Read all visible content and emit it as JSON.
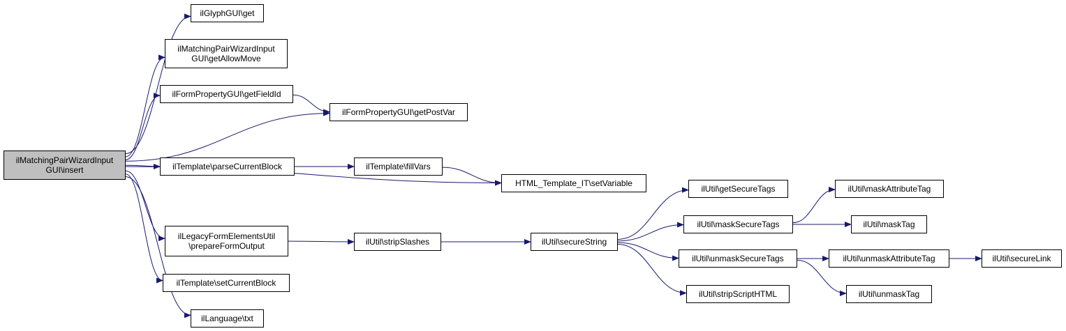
{
  "colors": {
    "edge": "#191970",
    "node_border": "#000000",
    "root_fill": "#bfbfbf",
    "node_fill": "#ffffff"
  },
  "nodes": {
    "root": "ilMatchingPairWizardInput\nGUI\\insert",
    "glyph_get": "ilGlyphGUI\\get",
    "get_allow_move": "ilMatchingPairWizardInput\nGUI\\getAllowMove",
    "get_field_id": "ilFormPropertyGUI\\getFieldId",
    "get_post_var": "ilFormPropertyGUI\\getPostVar",
    "parse_current_block": "ilTemplate\\parseCurrentBlock",
    "fill_vars": "ilTemplate\\fillVars",
    "set_variable": "HTML_Template_IT\\setVariable",
    "prepare_form_output": "ilLegacyFormElementsUtil\n\\prepareFormOutput",
    "strip_slashes": "ilUtil\\stripSlashes",
    "secure_string": "ilUtil\\secureString",
    "set_current_block": "ilTemplate\\setCurrentBlock",
    "language_txt": "ilLanguage\\txt",
    "get_secure_tags": "ilUtil\\getSecureTags",
    "mask_secure_tags": "ilUtil\\maskSecureTags",
    "unmask_secure_tags": "ilUtil\\unmaskSecureTags",
    "strip_script_html": "ilUtil\\stripScriptHTML",
    "mask_attribute_tag": "ilUtil\\maskAttributeTag",
    "mask_tag": "ilUtil\\maskTag",
    "unmask_attribute_tag": "ilUtil\\unmaskAttributeTag",
    "unmask_tag": "ilUtil\\unmaskTag",
    "secure_link": "ilUtil\\secureLink"
  },
  "edges": [
    [
      "root",
      "glyph_get"
    ],
    [
      "root",
      "get_allow_move"
    ],
    [
      "root",
      "get_field_id"
    ],
    [
      "root",
      "get_post_var"
    ],
    [
      "root",
      "parse_current_block"
    ],
    [
      "root",
      "set_variable"
    ],
    [
      "root",
      "prepare_form_output"
    ],
    [
      "root",
      "set_current_block"
    ],
    [
      "root",
      "language_txt"
    ],
    [
      "get_field_id",
      "get_post_var"
    ],
    [
      "parse_current_block",
      "fill_vars"
    ],
    [
      "fill_vars",
      "set_variable"
    ],
    [
      "prepare_form_output",
      "strip_slashes"
    ],
    [
      "strip_slashes",
      "secure_string"
    ],
    [
      "secure_string",
      "get_secure_tags"
    ],
    [
      "secure_string",
      "mask_secure_tags"
    ],
    [
      "secure_string",
      "unmask_secure_tags"
    ],
    [
      "secure_string",
      "strip_script_html"
    ],
    [
      "mask_secure_tags",
      "mask_attribute_tag"
    ],
    [
      "mask_secure_tags",
      "mask_tag"
    ],
    [
      "unmask_secure_tags",
      "unmask_attribute_tag"
    ],
    [
      "unmask_secure_tags",
      "unmask_tag"
    ],
    [
      "unmask_attribute_tag",
      "secure_link"
    ]
  ]
}
